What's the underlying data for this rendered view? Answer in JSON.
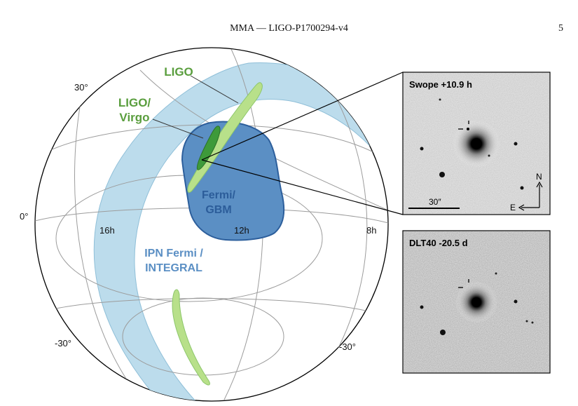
{
  "header": {
    "running_title": "MMA — LIGO-P1700294-v4",
    "page_number": "5"
  },
  "sky_map": {
    "region_labels": {
      "ligo": "LIGO",
      "ligo_virgo_line1": "LIGO/",
      "ligo_virgo_line2": "Virgo",
      "fermi_line1": "Fermi/",
      "fermi_line2": "GBM",
      "ipn_line1": "IPN Fermi /",
      "ipn_line2": "INTEGRAL"
    },
    "coordinate_labels": {
      "dec_plus30": "30°",
      "dec_zero": "0°",
      "dec_minus30_left": "-30°",
      "dec_minus30_right": "-30°",
      "ra_16h": "16h",
      "ra_12h": "12h",
      "ra_8h": "8h"
    },
    "colors": {
      "ipn_band": "#bcdcec",
      "fermi_region": "#5b8fc4",
      "ligo_region": "#b8e08a",
      "ligo_virgo_region": "#3e9a3a",
      "ligo_label": "#5a9e3e",
      "fermi_label": "#2c5d9a"
    }
  },
  "insets": {
    "swope": {
      "title": "Swope +10.9 h",
      "scale_label": "30″",
      "compass_north": "N",
      "compass_east": "E"
    },
    "dlt40": {
      "title": "DLT40 -20.5 d"
    }
  }
}
